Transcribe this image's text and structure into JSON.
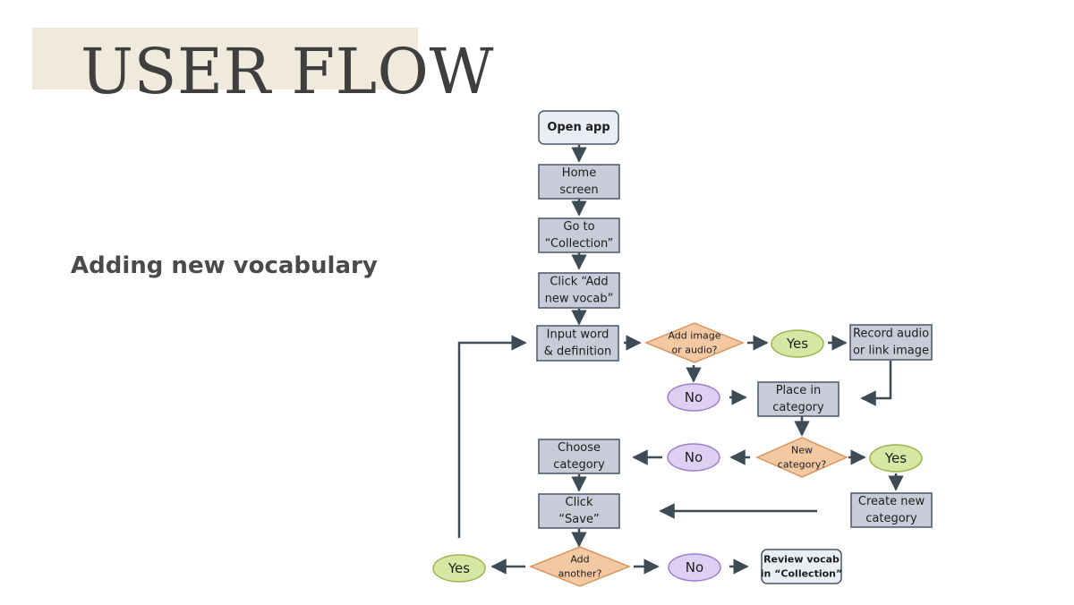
{
  "header": {
    "title": "USER FLOW"
  },
  "subtitle": "Adding new vocabulary",
  "colors": {
    "process_fill": "#c7ccd8",
    "process_stroke": "#4b5668",
    "terminal_fill": "#ebedf4",
    "decision_fill": "#f3c9a4",
    "decision_stroke": "#d9955f",
    "yes_fill": "#d7e6a2",
    "yes_stroke": "#9fb451",
    "no_fill": "#ddd0f2",
    "no_stroke": "#a07fcb",
    "arrow": "#3d4b55"
  },
  "flow": {
    "open_app": [
      "Open app"
    ],
    "home_screen": [
      "Home",
      "screen"
    ],
    "go_collection": [
      "Go to",
      "“Collection”"
    ],
    "click_add": [
      "Click “Add",
      "new vocab”"
    ],
    "input_word": [
      "Input word",
      "& definition"
    ],
    "add_media": [
      "Add image",
      "or audio?"
    ],
    "yes_media": [
      "Yes"
    ],
    "record_audio": [
      "Record audio",
      "or link image"
    ],
    "no_media": [
      "No"
    ],
    "place_category": [
      "Place in",
      "category"
    ],
    "new_category": [
      "New",
      "category?"
    ],
    "no_category": [
      "No"
    ],
    "choose_category": [
      "Choose",
      "category"
    ],
    "yes_category": [
      "Yes"
    ],
    "create_category": [
      "Create new",
      "category"
    ],
    "click_save": [
      "Click",
      "“Save”"
    ],
    "add_another": [
      "Add",
      "another?"
    ],
    "yes_another": [
      "Yes"
    ],
    "no_another": [
      "No"
    ],
    "review_vocab": [
      "Review vocab",
      "in “Collection”"
    ]
  }
}
